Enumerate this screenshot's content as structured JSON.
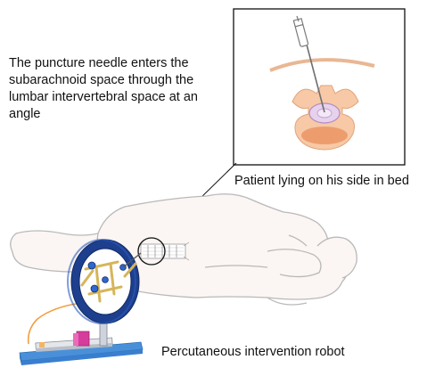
{
  "captions": {
    "needle": "The puncture needle enters the subarachnoid space through the lumbar intervertebral space at an angle",
    "patient": "Patient lying on his side in bed",
    "robot": "Percutaneous intervention robot"
  },
  "colors": {
    "body_outline": "#b9b9b9",
    "body_fill": "#fbf5f3",
    "ring_blue": "#1d3f8e",
    "base_blue": "#4a90d9",
    "linkage_gold": "#d6b55a",
    "vertebra_fill": "#f7c9a6",
    "vertebra_core": "#e98e5a",
    "canal_fill": "#e6d2ec",
    "needle_gray": "#6f6f6f",
    "cable_orange": "#f0a040",
    "block_pink": "#d63c9b"
  },
  "icons": [
    "syringe-needle",
    "vertebra-cross-section",
    "zoom-circle",
    "robot-ring",
    "linkage-arm"
  ]
}
